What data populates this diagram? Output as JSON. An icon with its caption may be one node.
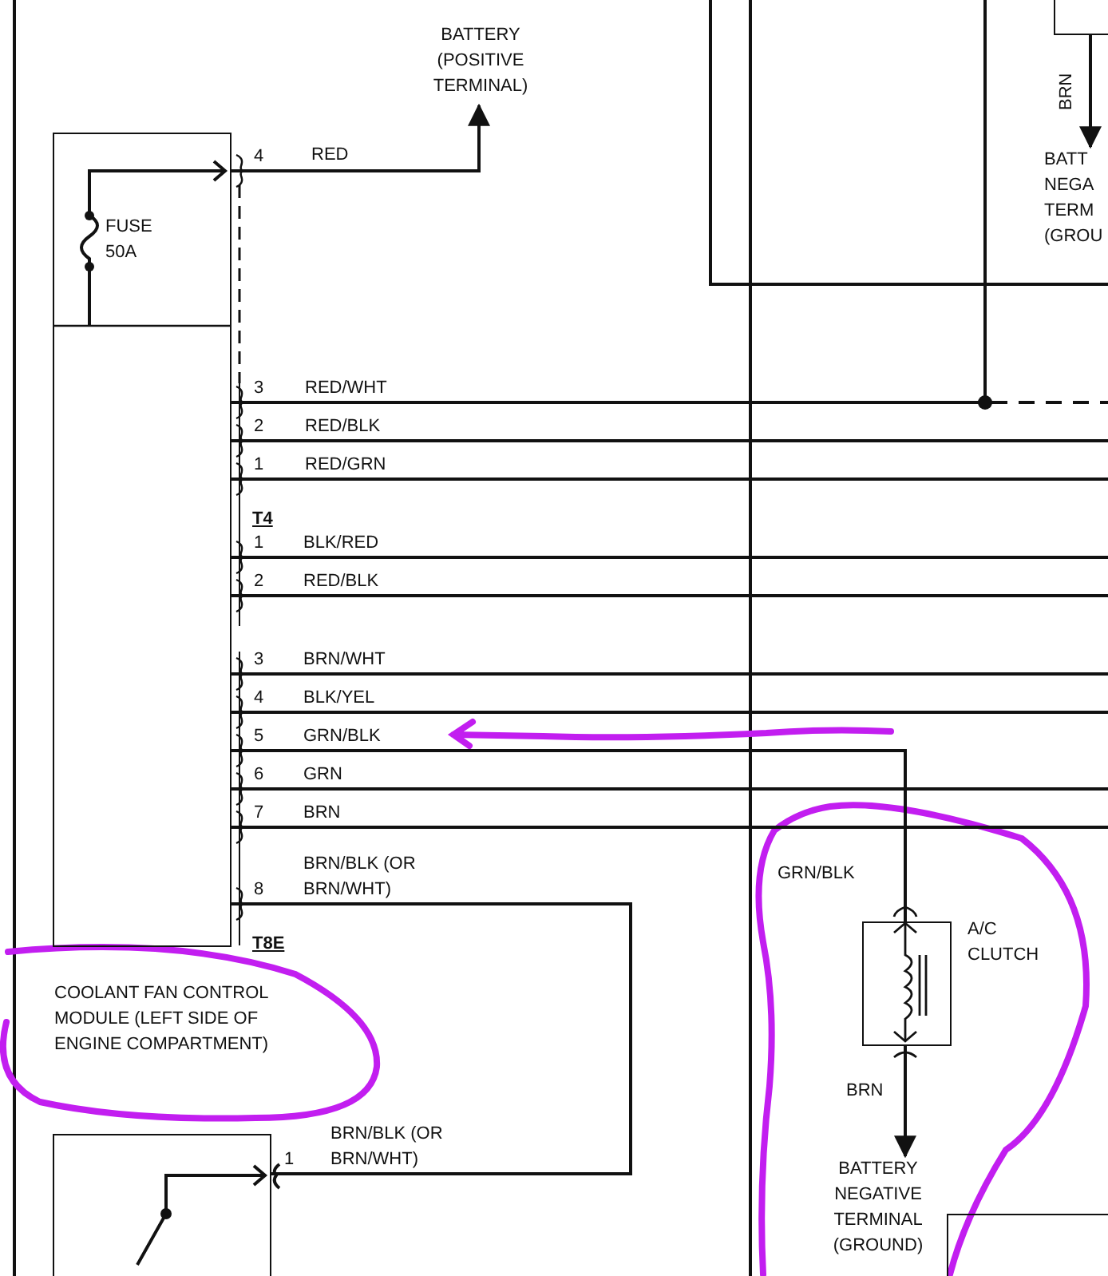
{
  "diagram": {
    "nodes": [
      {
        "text": [
          "BATTERY (POSITIVE TERMINAL)"
        ]
      },
      {
        "text": [],
        "shape": "box"
      },
      {
        "text": [
          "BATT NEGA TERM (GROU"
        ]
      },
      {
        "text": [
          "COOLANT FAN CONTROL MODULE (LEFT SIDE OF ENGINE COMPARTMENT)"
        ]
      },
      {
        "text": [
          "A/C CLUTCH"
        ]
      },
      {
        "text": [
          "BATTERY NEGATIVE TERMINAL (GROUND)"
        ]
      },
      {
        "text": [],
        "shape": "box"
      },
      {
        "text": [],
        "shape": "box"
      }
    ],
    "edges": [
      {
        "from": 3,
        "to": 0,
        "arrow": "to",
        "label": "RED"
      },
      {
        "from": 3,
        "to": null,
        "arrow": "other",
        "label": "RED/WHT"
      },
      {
        "from": 3,
        "to": null,
        "arrow": "none",
        "label": "RED/BLK"
      },
      {
        "from": 3,
        "to": null,
        "arrow": "none",
        "label": "RED/GRN"
      },
      {
        "from": 3,
        "to": null,
        "arrow": "none",
        "label": "BLK/RED"
      },
      {
        "from": 3,
        "to": null,
        "arrow": "none",
        "label": "RED/BLK"
      },
      {
        "from": 3,
        "to": null,
        "arrow": "none",
        "label": "BRN/WHT"
      },
      {
        "from": 3,
        "to": null,
        "arrow": "none",
        "label": "BLK/YEL"
      },
      {
        "from": 3,
        "to": 4,
        "arrow": "none",
        "label": "GRN/BLK"
      },
      {
        "from": 3,
        "to": null,
        "arrow": "none",
        "label": "GRN"
      },
      {
        "from": 3,
        "to": null,
        "arrow": "none",
        "label": "BRN"
      },
      {
        "from": 3,
        "to": 6,
        "arrow": "none",
        "label": "BRN/BLK (OR BRN/WHT)"
      },
      {
        "from": 4,
        "to": 5,
        "arrow": "to",
        "label": "BRN"
      },
      {
        "from": 1,
        "to": 2,
        "arrow": "to",
        "label": "BRN"
      }
    ],
    "labels": [
      "FUSE 50A",
      "4",
      "3",
      "2",
      "1",
      "T4",
      "1",
      "2",
      "3",
      "4",
      "5",
      "GRN/BLK",
      "6",
      "7",
      "8",
      "T8E",
      "1",
      "BRN/BLK (OR BRN/WHT)"
    ]
  }
}
